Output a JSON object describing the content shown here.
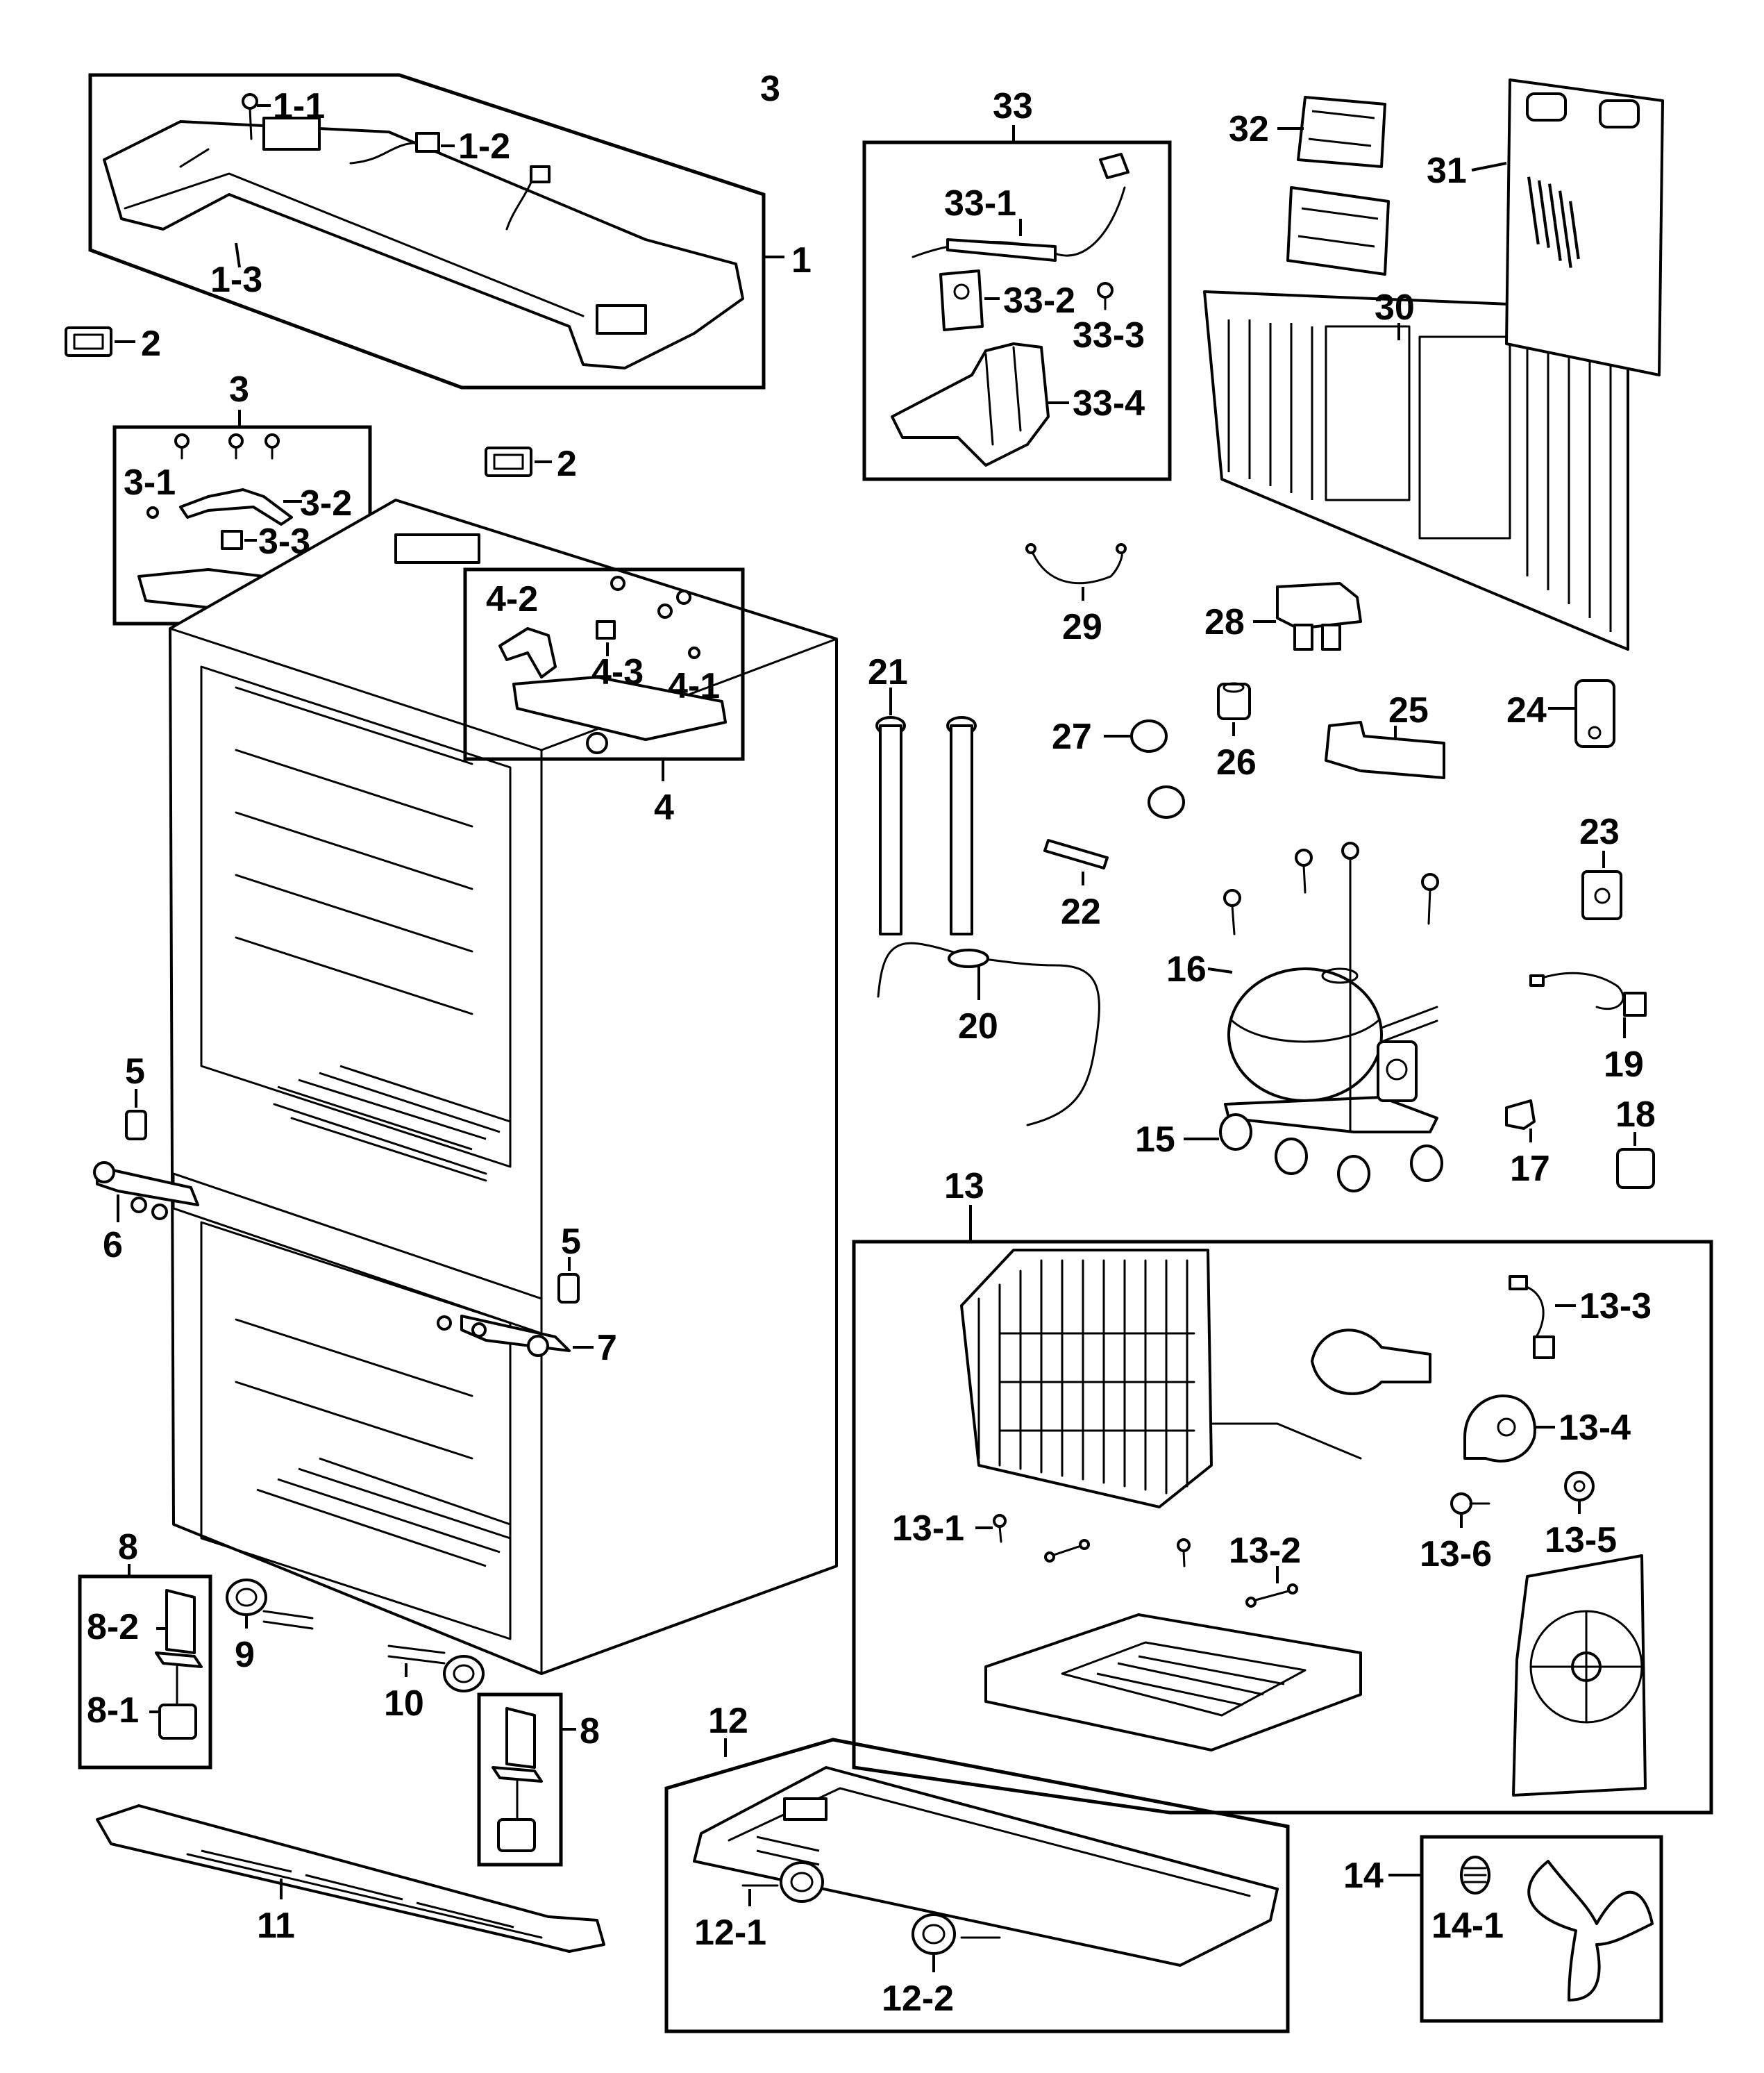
{
  "callouts": {
    "c1_1": "1-1",
    "c1_2": "1-2",
    "c1_3": "1-3",
    "c1": "1",
    "c2a": "2",
    "c2b": "2",
    "c3top": "3",
    "c3": "3",
    "c3_1": "3-1",
    "c3_2": "3-2",
    "c3_3": "3-3",
    "c4_2": "4-2",
    "c4_3": "4-3",
    "c4_1": "4-1",
    "c4": "4",
    "c5a": "5",
    "c5b": "5",
    "c6": "6",
    "c7": "7",
    "c8a": "8",
    "c8_2": "8-2",
    "c8_1": "8-1",
    "c8b": "8",
    "c9": "9",
    "c10": "10",
    "c11": "11",
    "c12": "12",
    "c12_1": "12-1",
    "c12_2": "12-2",
    "c13": "13",
    "c13_1": "13-1",
    "c13_2": "13-2",
    "c13_3": "13-3",
    "c13_4": "13-4",
    "c13_5": "13-5",
    "c13_6": "13-6",
    "c14": "14",
    "c14_1": "14-1",
    "c15": "15",
    "c16": "16",
    "c17": "17",
    "c18": "18",
    "c19": "19",
    "c20": "20",
    "c21": "21",
    "c22": "22",
    "c23": "23",
    "c24": "24",
    "c25": "25",
    "c26": "26",
    "c27": "27",
    "c28": "28",
    "c29": "29",
    "c30": "30",
    "c31": "31",
    "c32": "32",
    "c33": "33",
    "c33_1": "33-1",
    "c33_2": "33-2",
    "c33_3": "33-3",
    "c33_4": "33-4"
  },
  "label_plate_lines": [
    "▬▬▬▬▬▬",
    "▬▬▬▬▬▬▬▬",
    "▬▬▬▬▬▬▬▬",
    "▬▬▬▬▬▬▬",
    "▬▬▬▬▬▬▬"
  ]
}
